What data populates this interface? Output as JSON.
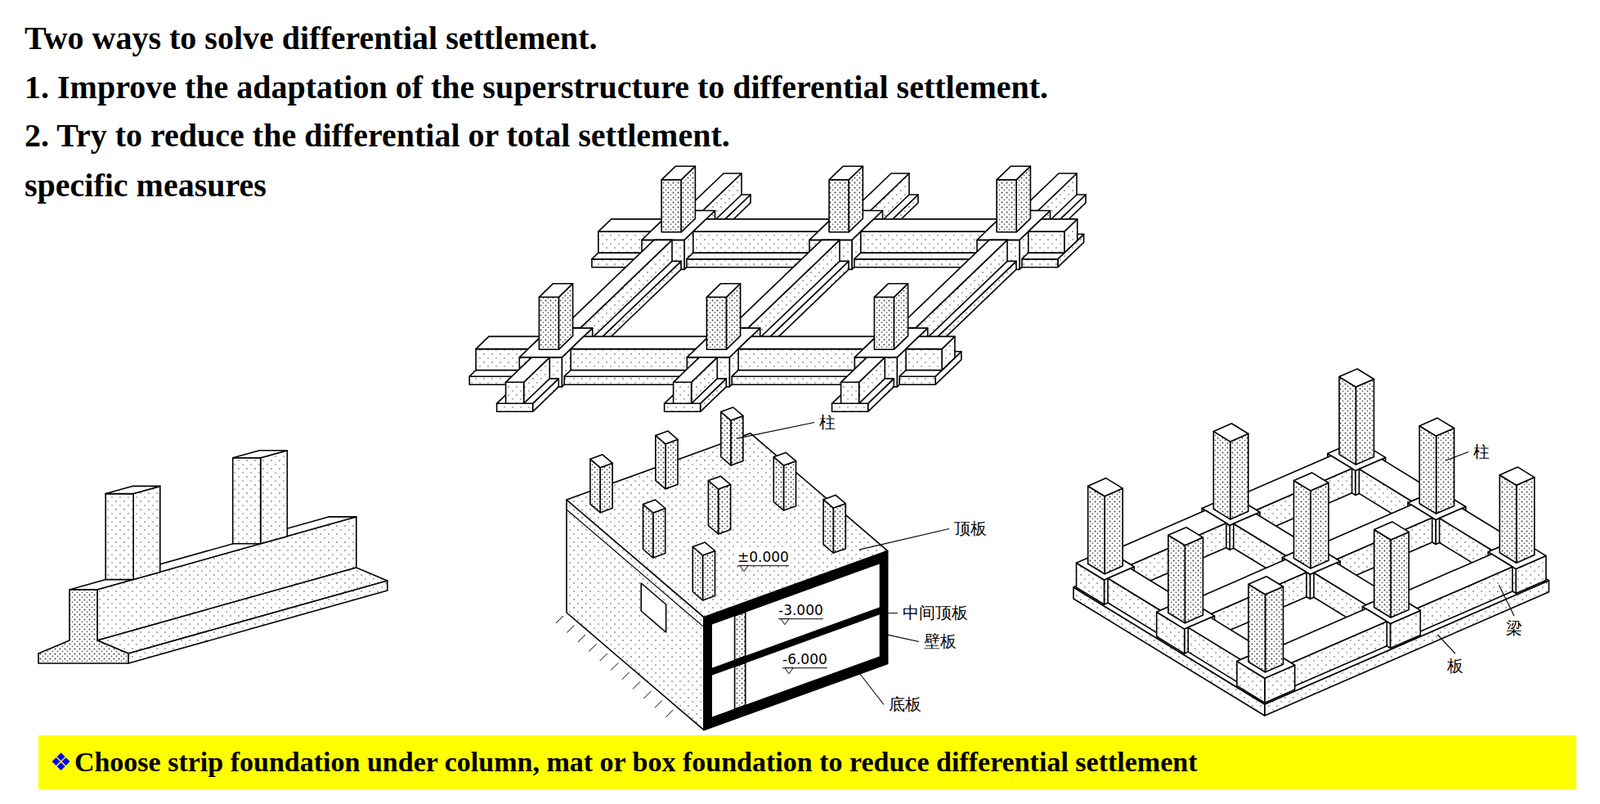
{
  "diagram": {
    "title": "Two ways to solve differential settlement.",
    "nodes": [
      {
        "text": [
          "❖",
          "Choose strip foundation under column, mat or box foundation to reduce differential settlement"
        ]
      }
    ],
    "labels": [
      "1. Improve the adaptation of the superstructure to differential settlement.",
      "2. Try to reduce the differential or total settlement.",
      "specific measures",
      "柱",
      "±0.000",
      "顶板",
      "-3.000",
      "中间顶板",
      "壁板",
      "-6.000",
      "底板",
      "柱",
      "梁",
      "板"
    ]
  }
}
